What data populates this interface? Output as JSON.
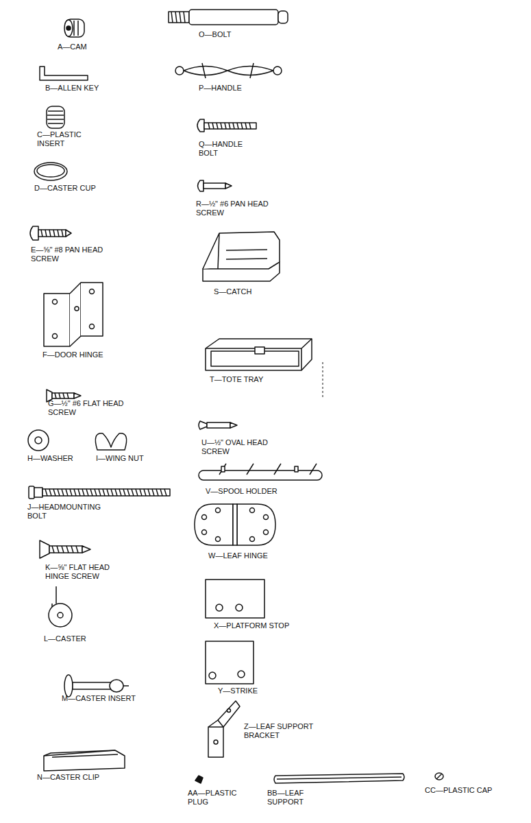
{
  "diagram": {
    "labels": [
      "A—CAM",
      "B—ALLEN KEY",
      "C—PLASTIC INSERT",
      "D—CASTER CUP",
      "E—⅝\" #8 PAN HEAD SCREW",
      "F—DOOR HINGE",
      "G—½\" #6 FLAT HEAD SCREW",
      "H—WASHER",
      "I—WING NUT",
      "J—HEADMOUNTING BOLT",
      "K—⅝\" FLAT HEAD HINGE SCREW",
      "L—CASTER",
      "M—CASTER INSERT",
      "N—CASTER CLIP",
      "O—BOLT",
      "P—HANDLE",
      "Q—HANDLE BOLT",
      "R—½\" #6 PAN HEAD SCREW",
      "S—CATCH",
      "T—TOTE TRAY",
      "U—½\" OVAL HEAD SCREW",
      "V—SPOOL HOLDER",
      "W—LEAF HINGE",
      "X—PLATFORM STOP",
      "Y—STRIKE",
      "Z—LEAF SUPPORT BRACKET",
      "AA—PLASTIC PLUG",
      "BB—LEAF SUPPORT",
      "CC—PLASTIC CAP"
    ]
  }
}
